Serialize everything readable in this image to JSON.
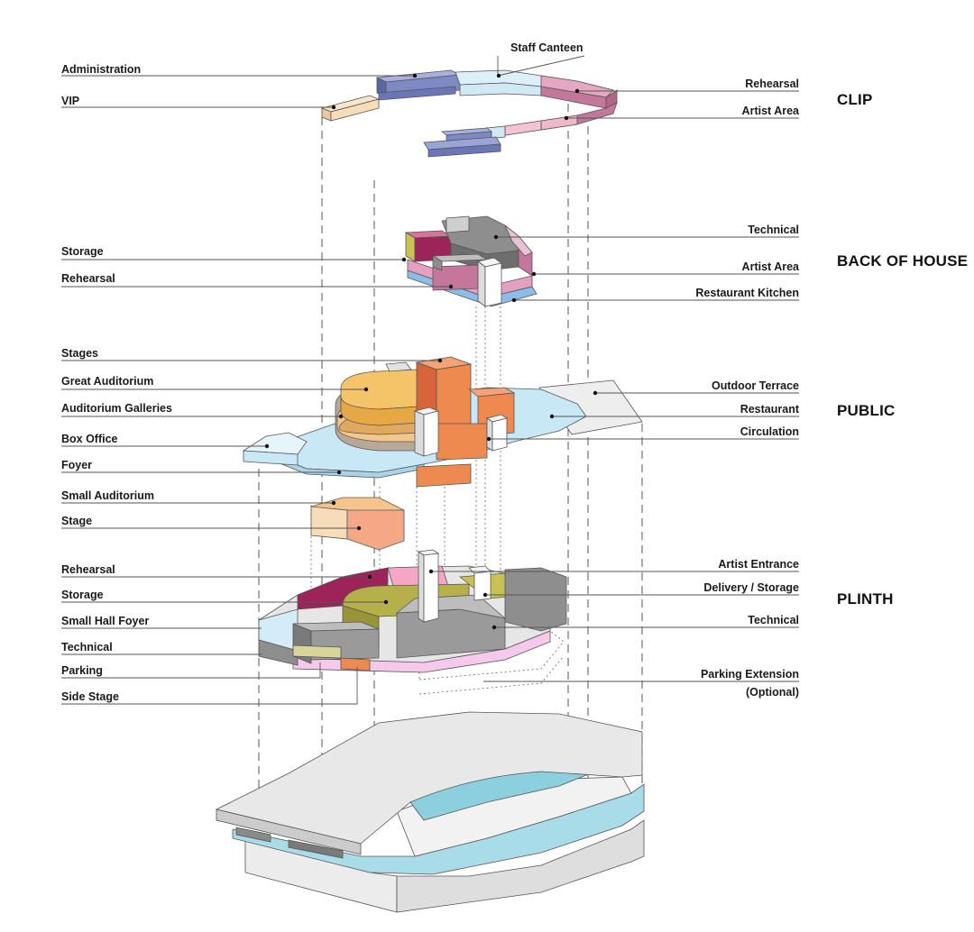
{
  "sections": {
    "clip": "CLIP",
    "back_of_house": "BACK OF HOUSE",
    "public": "PUBLIC",
    "plinth": "PLINTH"
  },
  "labels": {
    "staff_canteen": "Staff Canteen",
    "administration": "Administration",
    "vip": "VIP",
    "clip_rehearsal": "Rehearsal",
    "clip_artist_area": "Artist Area",
    "boh_technical": "Technical",
    "boh_storage": "Storage",
    "boh_artist_area": "Artist Area",
    "boh_rehearsal": "Rehearsal",
    "restaurant_kitchen": "Restaurant Kitchen",
    "stages": "Stages",
    "great_auditorium": "Great Auditorium",
    "auditorium_galleries": "Auditorium Galleries",
    "box_office": "Box Office",
    "foyer": "Foyer",
    "outdoor_terrace": "Outdoor Terrace",
    "restaurant": "Restaurant",
    "circulation": "Circulation",
    "small_auditorium": "Small Auditorium",
    "stage": "Stage",
    "plinth_rehearsal": "Rehearsal",
    "plinth_storage": "Storage",
    "small_hall_foyer": "Small Hall Foyer",
    "plinth_technical_left": "Technical",
    "parking": "Parking",
    "side_stage": "Side Stage",
    "artist_entrance": "Artist Entrance",
    "delivery_storage": "Delivery / Storage",
    "plinth_technical_right": "Technical",
    "parking_extension": "Parking Extension",
    "parking_extension_note": "(Optional)"
  },
  "colors": {
    "administration": "#7e8ac4",
    "vip": "#f6dcb8",
    "canteen": "#cfe9f5",
    "rehearsal": "#c4779a",
    "artist_area": "#f0b8c8",
    "technical": "#9a9a9a",
    "storage": "#c8c254",
    "auditorium": "#f0b84a",
    "stages": "#ee8a50",
    "foyer": "#c8e8f6",
    "terrace": "#ececec",
    "parking": "#f6c8ec",
    "kitchen": "#8cbce8",
    "dark_rehearsal": "#9c2458"
  }
}
